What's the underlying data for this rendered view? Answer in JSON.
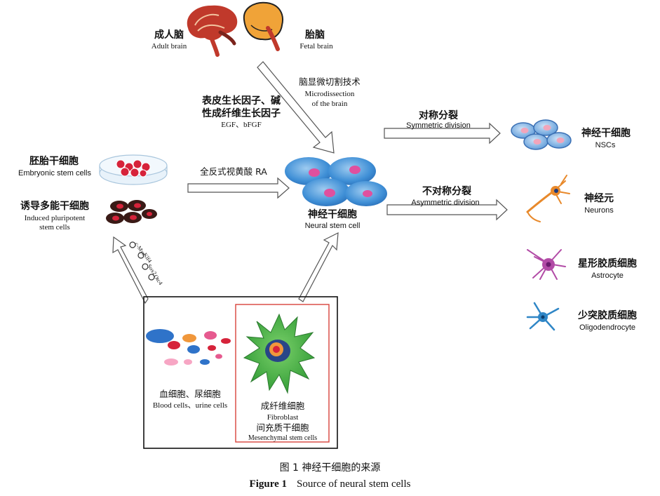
{
  "labels": {
    "adult_brain_cn": "成人脑",
    "adult_brain_en": "Adult brain",
    "fetal_brain_cn": "胎脑",
    "fetal_brain_en": "Fetal brain",
    "microdissection_cn": "脑显微切割技术",
    "microdissection_en_1": "Microdissection",
    "microdissection_en_2": "of the brain",
    "growth_factor_cn_1": "表皮生长因子、碱",
    "growth_factor_cn_2": "性成纤维生长因子",
    "growth_factor_en": "EGF、bFGF",
    "esc_cn": "胚胎干细胞",
    "esc_en": "Embryonic stem cells",
    "ipsc_cn": "诱导多能干细胞",
    "ipsc_en_1": "Induced pluripotent",
    "ipsc_en_2": "stem cells",
    "ra_label": "全反式视黄酸  RA",
    "nsc_center_cn": "神经干细胞",
    "nsc_center_en": "Neural stem cell",
    "symmetric_cn": "对称分裂",
    "symmetric_en": "Symmetric division",
    "asymmetric_cn": "不对称分裂",
    "asymmetric_en": "Asymmetric division",
    "nscs_cn": "神经干细胞",
    "nscs_en": "NSCs",
    "neurons_cn": "神经元",
    "neurons_en": "Neurons",
    "astrocyte_cn": "星形胶质细胞",
    "astrocyte_en": "Astrocyte",
    "oligo_cn": "少突胶质细胞",
    "oligo_en": "Oligodendrocyte",
    "blood_cn": "血细胞、尿细胞",
    "blood_en": "Blood cells、urine cells",
    "fibroblast_cn": "成纤维细胞",
    "fibroblast_en": "Fibroblast",
    "msc_cn": "间充质干细胞",
    "msc_en": "Mesenchymal stem cells"
  },
  "factors": [
    "c-Myc",
    "Klf4",
    "Sox2",
    "Otc4"
  ],
  "caption": {
    "cn": "图 1   神经干细胞的来源",
    "en_label": "Figure 1",
    "en_text": "Source of neural stem cells"
  }
}
